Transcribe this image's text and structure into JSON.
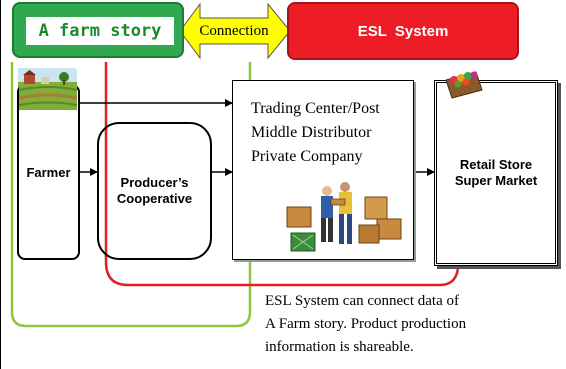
{
  "farm_story": {
    "label": "A farm story",
    "bg": "#2fa84f",
    "inner_bg": "#ffffff",
    "text_color": "#1a8a2e"
  },
  "connection": {
    "label": "Connection",
    "color": "#ffff00"
  },
  "esl_system": {
    "label": "ESL  System",
    "bg": "#ee1c25",
    "text_color": "#ffffff"
  },
  "farmer": {
    "label": "Farmer"
  },
  "cooperative": {
    "line1": "Producer’s",
    "line2": "Cooperative"
  },
  "trading": {
    "line1": "Trading Center/Post",
    "line2": "Middle Distributor",
    "line3": "Private Company"
  },
  "retail": {
    "line1": "Retail Store",
    "line2": "Super Market"
  },
  "note": {
    "line1": "ESL System can connect data of",
    "line2": "A Farm story. Product production",
    "line3": "information is shareable."
  },
  "colors": {
    "green_loop": "#8cc63f",
    "red_loop": "#e31e24",
    "arrow": "#000000"
  }
}
